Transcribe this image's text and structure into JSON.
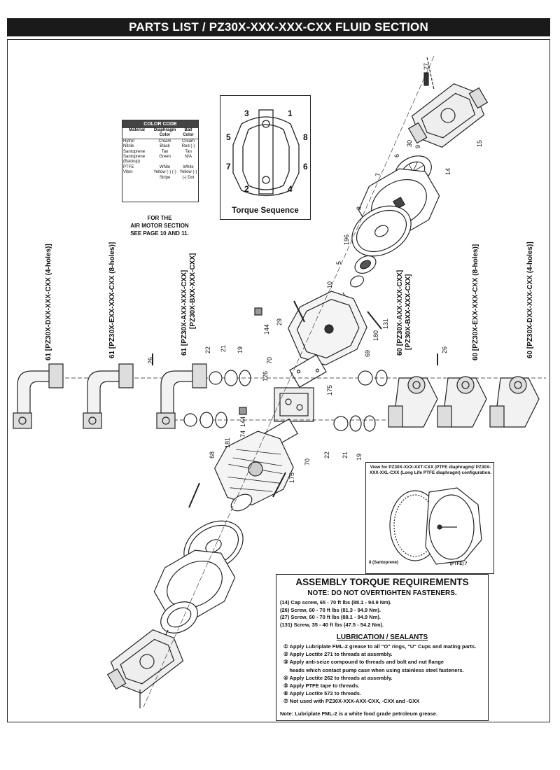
{
  "header": {
    "title": "PARTS LIST / PZ30X-XXX-XXX-CXX FLUID SECTION"
  },
  "color_code": {
    "title": "COLOR CODE",
    "headers": [
      "Material",
      "Diaphragm Color",
      "Ball Color"
    ],
    "rows": [
      [
        "Hytrel",
        "Cream",
        "Cream"
      ],
      [
        "Nitrile",
        "Black",
        "Red (-)"
      ],
      [
        "Santoprene",
        "Tan",
        "Tan"
      ],
      [
        "Santoprene (Backup)",
        "Green",
        "N/A"
      ],
      [
        "PTFE",
        "White",
        "White"
      ],
      [
        "Viton",
        "Yellow (-) (-) Stripe",
        "Yellow (-) (-) Dot"
      ]
    ]
  },
  "torque_sequence": {
    "label": "Torque Sequence",
    "numbers": [
      "1",
      "2",
      "3",
      "4",
      "5",
      "6",
      "7",
      "8"
    ]
  },
  "air_motor_note": [
    "FOR THE",
    "AIR MOTOR SECTION",
    "SEE PAGE 10 AND 11."
  ],
  "manifold_labels": {
    "left_1": "61 [PZ30X-DXX-XXX-CXX (4-holes)]",
    "left_2": "61 [PZ30X-EXX-XXX-CXX (8-holes)]",
    "left_3a": "61 [PZ30X-AXX-XXX-CXX]",
    "left_3b": "[PZ30X-BXX-XXX-CXX]",
    "right_1a": "60 [PZ30X-AXX-XXX-CXX]",
    "right_1b": "[PZ30X-BXX-XXX-CXX]",
    "right_2": "60 [PZ30X-EXX-XXX-CXX (8-holes)]",
    "right_3": "60 [PZ30X-DXX-XXX-CXX (4-holes)]"
  },
  "part_numbers": {
    "p27": "27",
    "p15": "15",
    "p30": "30",
    "p9": "9",
    "p14": "14",
    "p6": "6",
    "p7": "7",
    "p8": "8",
    "p196": "196",
    "p5": "5",
    "p10": "10",
    "p131": "131",
    "p180": "180",
    "p69": "69",
    "p29": "29",
    "p144a": "144",
    "p70a": "70",
    "p175a": "175",
    "p126": "126",
    "p26a": "26",
    "p22a": "22",
    "p21a": "21",
    "p19a": "19",
    "p26b": "26",
    "p22b": "22",
    "p21b": "21",
    "p19b": "19",
    "p181": "181",
    "p74": "74",
    "p144b": "144",
    "p70b": "70",
    "p175b": "175",
    "p68": "68"
  },
  "view_box": {
    "title": "View for PZ30X-XXX-XXT-CXX (PTFE diaphragm)/ PZ30X-XXX-XXL-CXX (Long Life PTFE diaphragm) configuration.",
    "label_santoprene": "8 (Santoprene)",
    "label_ptfe": "(PTFE) 7"
  },
  "assembly": {
    "title": "ASSEMBLY TORQUE REQUIREMENTS",
    "note": "NOTE: DO NOT OVERTIGHTEN FASTENERS.",
    "torques": [
      "(14) Cap screw, 65 - 70 ft lbs (88.1 - 94.9 Nm).",
      "(26) Screw, 60 - 70 ft lbs (81.3 - 94.9 Nm).",
      "(27) Screw, 60 - 70 ft lbs (88.1 - 94.9 Nm).",
      "(131) Screw, 35 - 40 ft lbs (47.5 - 54.2 Nm)."
    ],
    "lub_title": "LUBRICATION / SEALANTS",
    "lub_items": [
      "① Apply Lubriplate FML-2 grease to all \"O\" rings, \"U\" Cups and mating parts.",
      "② Apply Loctite 271 to threads at assembly.",
      "③ Apply anti-seize compound to threads and bolt and nut flange",
      "    heads which contact pump case when using stainless steel fasteners.",
      "④ Apply Loctite 262 to threads at assembly.",
      "⑤ Apply PTFE tape to threads.",
      "⑥ Apply Loctite 572 to threads.",
      "⑦ Not used with PZ30X-XXX-AXX-CXX, -CXX and -GXX"
    ],
    "footnote": "Note: Lubriplate FML-2 is a white food grade petroleum grease."
  }
}
